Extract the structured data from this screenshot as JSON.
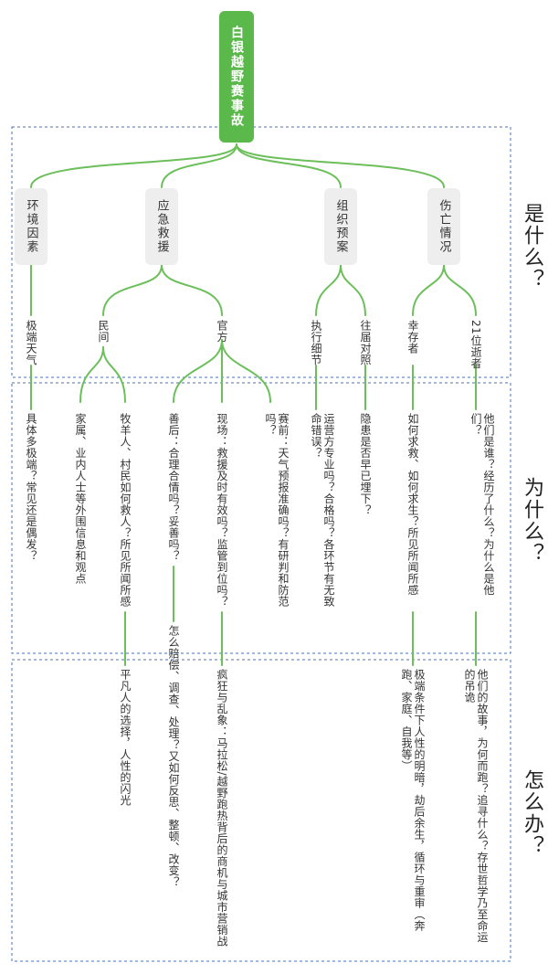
{
  "root": {
    "title": "白银越野赛事故"
  },
  "side_labels": {
    "what": "是什么？",
    "why": "为什么？",
    "how": "怎么办？"
  },
  "categories": [
    "伤亡情况",
    "组织预案",
    "应急救援",
    "环境因素"
  ],
  "nodes": {
    "n21": "21位逝者",
    "survivors": "幸存者",
    "responsibility": "往届对照",
    "execution": "执行细节",
    "official": "官方",
    "folk": "民间",
    "weather": "极端天气"
  },
  "questions": {
    "q_who": "他们是谁？经历了什么？为什么是他们？",
    "q_survive": "如何求救、如何求生？所见所闻所感",
    "q_hidden": "隐患是否早已埋下？",
    "q_operator": "运营方专业吗？合格吗？各环节有无致命错误？",
    "q_before": "赛前：天气预报准确吗？有研判和防范吗？",
    "q_scene": "现场：救援及时有效吗？监管到位吗？",
    "q_after": "善后：合理合情吗？妥善吗？",
    "q_shepherd": "牧羊人、村民如何救人？所见所闻所感",
    "q_family": "家属、业内人士等外围信息和观点",
    "q_extreme": "具体多极端？常见还是偶发？"
  },
  "answers": {
    "a_story": "他们的故事，为何而跑？追寻什么？存世哲学乃至命运的吊诡",
    "a_human": "极端条件下人性的明暗，劫后余生，循环与重审（奔跑、家庭、自我等）",
    "a_handle": "怎么赔偿、调查、处理？又如何反思、整顿、改变？",
    "a_crazy": "疯狂与乱象：马拉松/越野跑热背后的商机与城市营销战",
    "a_ordinary": "平凡人的选择，人性的闪光"
  },
  "colors": {
    "accent": "#5bb94b",
    "line": "#6cbf5b",
    "dash": "#4a72b8",
    "catBg": "#eeeeee"
  }
}
